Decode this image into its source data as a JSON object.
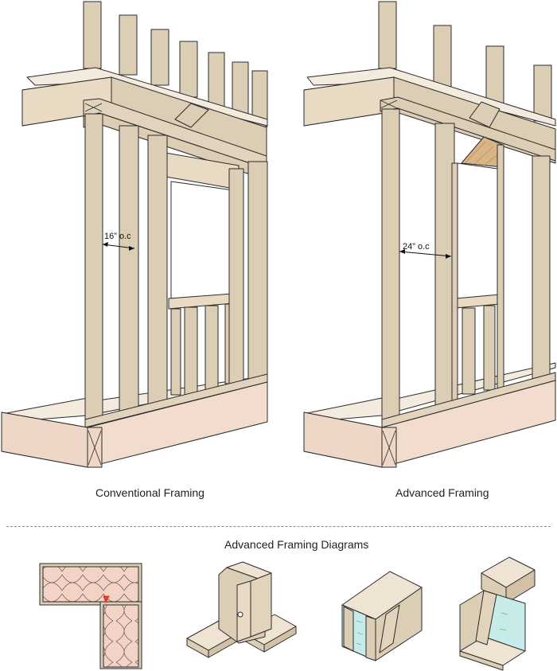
{
  "captions": {
    "conventional": "Conventional Framing",
    "advanced": "Advanced Framing",
    "diagrams_title": "Advanced Framing Diagrams"
  },
  "dimensions": {
    "conventional_spacing": "16” o.c",
    "advanced_spacing": "24” o.c"
  },
  "colors": {
    "lumber": "#dccdb5",
    "lumber_light": "#efe3d3",
    "lumber_pink": "#f1dccd",
    "outline": "#2b2b2b",
    "osb": "#d9b486",
    "insulation_blue": "#c7ebe8",
    "insulation_pink": "#f3d3c5",
    "highlight_red": "#e53b2a"
  }
}
